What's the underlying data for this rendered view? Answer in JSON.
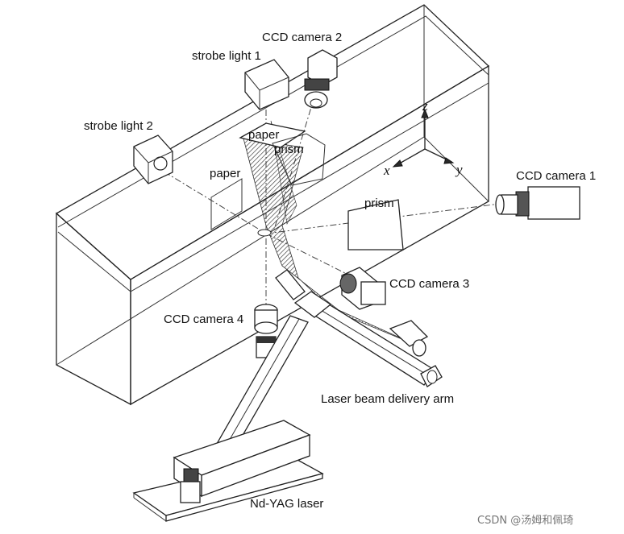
{
  "labels": {
    "ccd_camera_1": "CCD camera 1",
    "ccd_camera_2": "CCD camera 2",
    "ccd_camera_3": "CCD camera 3",
    "ccd_camera_4": "CCD camera 4",
    "strobe_light_1": "strobe light 1",
    "strobe_light_2": "strobe light 2",
    "paper_top": "paper",
    "paper_side": "paper",
    "prism_top": "prism",
    "prism_side": "prism",
    "laser_arm": "Laser beam delivery arm",
    "nd_yag_laser": "Nd-YAG laser"
  },
  "axes": {
    "x": "x",
    "y": "y",
    "z": "z"
  },
  "watermark": "CSDN @汤姆和佩琦"
}
